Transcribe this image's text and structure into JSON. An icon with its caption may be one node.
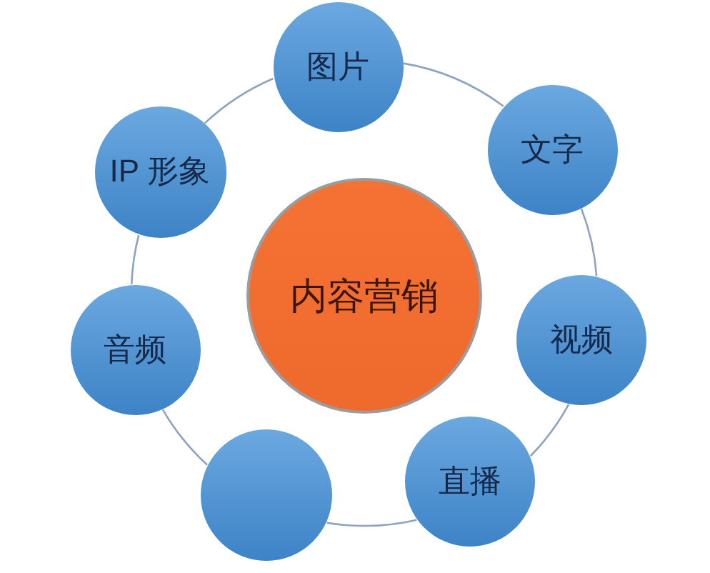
{
  "diagram": {
    "nodes": [
      {
        "text": [
          "内容营销"
        ]
      },
      {
        "text": [
          "图片"
        ]
      },
      {
        "text": [
          "文字"
        ]
      },
      {
        "text": [
          "视频"
        ]
      },
      {
        "text": [
          "直播"
        ]
      },
      {
        "text": [],
        "shape": "circle"
      },
      {
        "text": [
          "音频"
        ]
      },
      {
        "text": [
          "IP 形象"
        ]
      }
    ],
    "edges": [
      {
        "from": 1,
        "to": 2,
        "arrow": "none"
      },
      {
        "from": 2,
        "to": 3,
        "arrow": "none"
      },
      {
        "from": 3,
        "to": 4,
        "arrow": "none"
      },
      {
        "from": 4,
        "to": 5,
        "arrow": "none"
      },
      {
        "from": 5,
        "to": 6,
        "arrow": "none"
      },
      {
        "from": 6,
        "to": 7,
        "arrow": "none"
      },
      {
        "from": 7,
        "to": 1,
        "arrow": "none"
      }
    ]
  }
}
